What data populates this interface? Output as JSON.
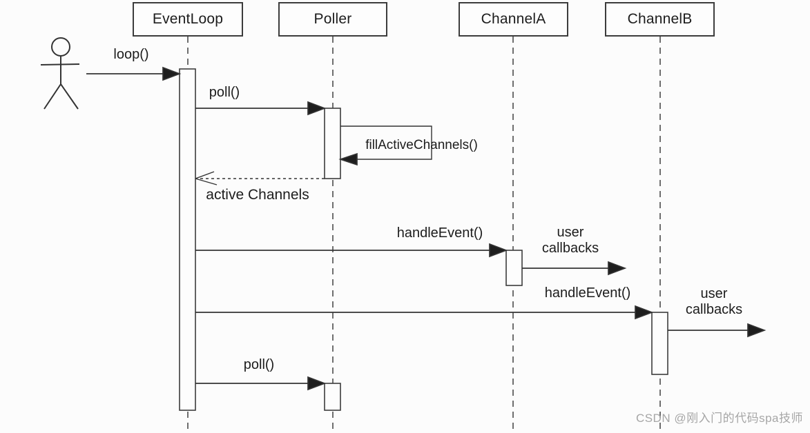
{
  "diagram": {
    "type": "uml-sequence-diagram",
    "actor": {
      "role": "caller"
    },
    "participants": [
      {
        "label": "EventLoop"
      },
      {
        "label": "Poller"
      },
      {
        "label": "ChannelA"
      },
      {
        "label": "ChannelB"
      }
    ],
    "messages": [
      {
        "from": "actor",
        "to": "EventLoop",
        "label": "loop()",
        "style": "solid-filled-arrow"
      },
      {
        "from": "EventLoop",
        "to": "Poller",
        "label": "poll()",
        "style": "solid-filled-arrow"
      },
      {
        "from": "Poller",
        "to": "Poller",
        "label": "fillActiveChannels()",
        "style": "self-call"
      },
      {
        "from": "Poller",
        "to": "EventLoop",
        "label": "active Channels",
        "style": "dashed-return"
      },
      {
        "from": "EventLoop",
        "to": "ChannelA",
        "label": "handleEvent()",
        "style": "solid-filled-arrow"
      },
      {
        "from": "ChannelA",
        "to": "outside",
        "label": "user\ncallbacks",
        "style": "solid-filled-arrow"
      },
      {
        "from": "EventLoop",
        "to": "ChannelB",
        "label": "handleEvent()",
        "style": "solid-filled-arrow"
      },
      {
        "from": "ChannelB",
        "to": "outside",
        "label": "user\ncallbacks",
        "style": "solid-filled-arrow"
      },
      {
        "from": "EventLoop",
        "to": "Poller",
        "label": "poll()",
        "style": "solid-filled-arrow"
      }
    ]
  },
  "watermark": {
    "text": "CSDN @刚入门的代码spa技师",
    "color": "#a6a6a6"
  },
  "colors": {
    "background": "#fcfcfc",
    "line": "#333333",
    "box_border": "#3c3c3c",
    "box_fill": "#fdfdfd",
    "text": "#1c1c1c"
  }
}
